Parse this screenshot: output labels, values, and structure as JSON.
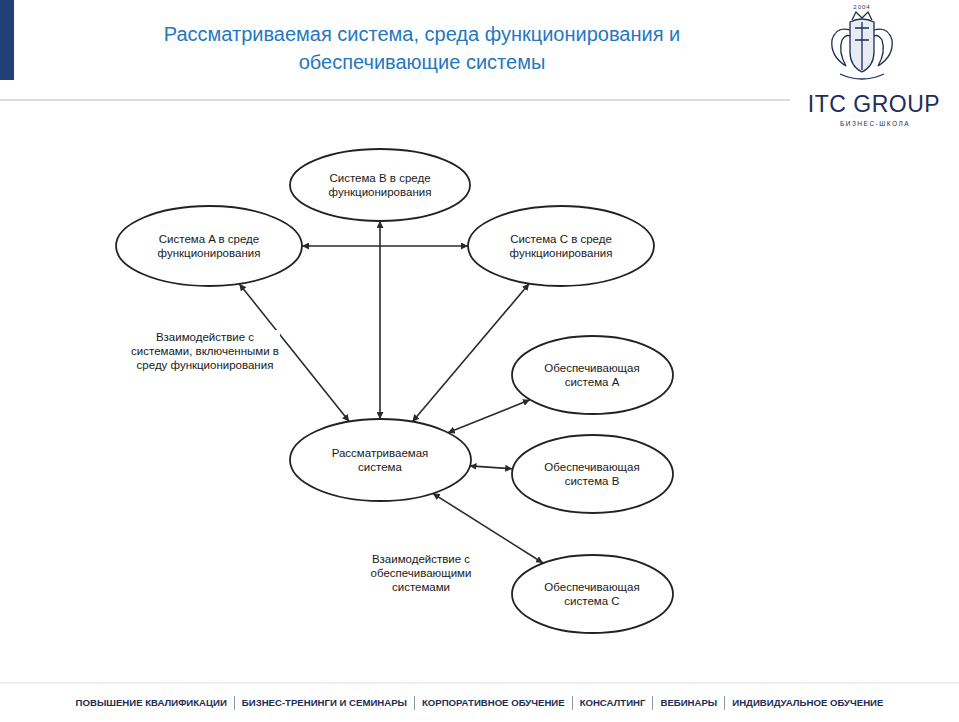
{
  "diagram": {
    "title": "Рассматриваемая система, среда функционирования и обеспечивающие системы",
    "nodes": [
      {
        "text": [
          "Система B в среде функционирования"
        ]
      },
      {
        "text": [
          "Система A в среде функционирования"
        ]
      },
      {
        "text": [
          "Система C в среде функционирования"
        ]
      },
      {
        "text": [
          "Обеспечивающая система A"
        ]
      },
      {
        "text": [
          "Рассматриваемая система"
        ]
      },
      {
        "text": [
          "Обеспечивающая система B"
        ]
      },
      {
        "text": [
          "Обеспечивающая система C"
        ]
      }
    ],
    "edges": [
      {
        "from": 1,
        "to": 2,
        "arrow": "both"
      },
      {
        "from": 0,
        "to": 4,
        "arrow": "both"
      },
      {
        "from": 1,
        "to": 4,
        "arrow": "both"
      },
      {
        "from": 2,
        "to": 4,
        "arrow": "both"
      },
      {
        "from": 4,
        "to": 3,
        "arrow": "both"
      },
      {
        "from": 4,
        "to": 5,
        "arrow": "both"
      },
      {
        "from": 4,
        "to": 6,
        "arrow": "both"
      }
    ],
    "labels": [
      "2004",
      "ITC GROUP",
      "БИЗНЕС-ШКОЛА",
      "Взаимодействие с системами, включенными в среду функционирования",
      "Взаимодействие с обеспечивающими системами",
      "ПОВЫШЕНИЕ КВАЛИФИКАЦИИ",
      "БИЗНЕС-ТРЕНИНГИ И СЕМИНАРЫ",
      "КОРПОРАТИВНОЕ ОБУЧЕНИЕ",
      "КОНСАЛТИНГ",
      "ВЕБИНАРЫ",
      "ИНДИВИДУАЛЬНОЕ ОБУЧЕНИЕ"
    ]
  }
}
